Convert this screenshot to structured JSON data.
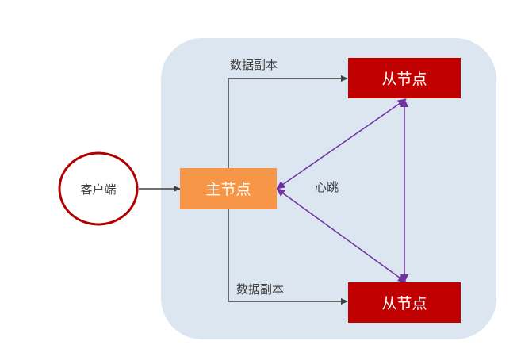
{
  "diagram": {
    "client": {
      "label": "客户端"
    },
    "master": {
      "label": "主节点"
    },
    "slave_top": {
      "label": "从节点"
    },
    "slave_bottom": {
      "label": "从节点"
    },
    "edge_labels": {
      "replica_top": "数据副本",
      "replica_bottom": "数据副本",
      "heartbeat": "心跳"
    }
  },
  "colors": {
    "cluster_bg": "#dce6f1",
    "master_fill": "#f79646",
    "slave_fill": "#c00000",
    "client_stroke": "#b00000",
    "arrow_dark": "#404040",
    "heartbeat": "#7030a0",
    "text_dark": "#404040",
    "text_light": "#ffffff"
  }
}
